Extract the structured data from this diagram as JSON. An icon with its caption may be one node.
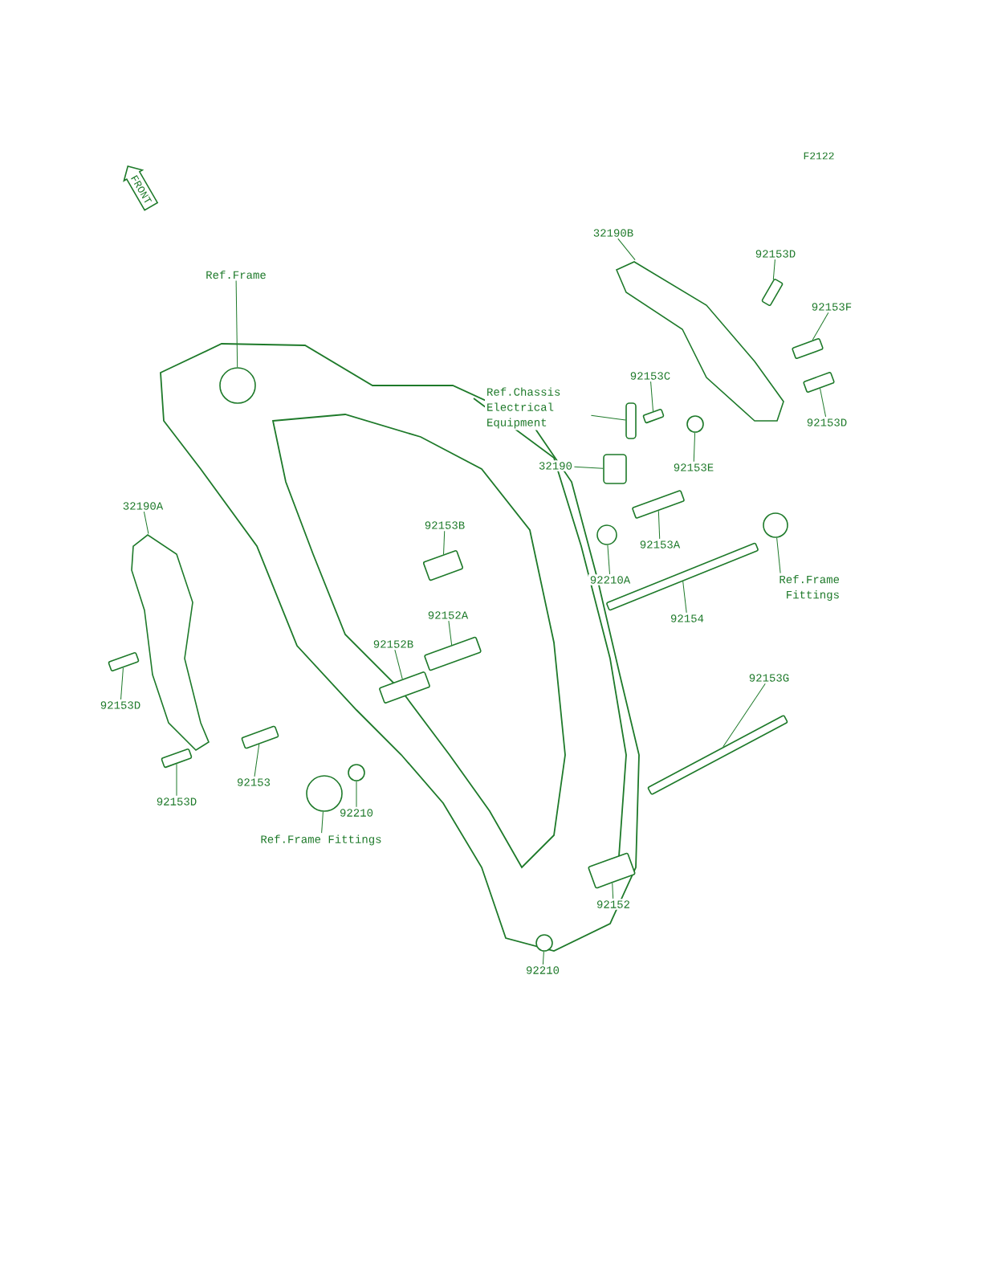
{
  "diagram": {
    "nodes": [
      {
        "text": [
          "Ref.Frame"
        ]
      },
      {
        "text": [],
        "shape": "circle"
      },
      {
        "text": [
          "32190B"
        ]
      },
      {
        "text": [],
        "shape": "picture"
      },
      {
        "text": [
          "92153D"
        ]
      },
      {
        "text": [],
        "shape": "bar"
      },
      {
        "text": [
          "92153F"
        ]
      },
      {
        "text": [],
        "shape": "bar"
      },
      {
        "text": [
          "Ref.Chassis Electrical Equipment"
        ]
      },
      {
        "text": [],
        "shape": "box"
      },
      {
        "text": [
          "92153C"
        ]
      },
      {
        "text": [],
        "shape": "bar"
      },
      {
        "text": [
          "92153D"
        ]
      },
      {
        "text": [],
        "shape": "bar"
      },
      {
        "text": [
          "32190"
        ]
      },
      {
        "text": [],
        "shape": "box"
      },
      {
        "text": [
          "92153E"
        ]
      },
      {
        "text": [],
        "shape": "circle"
      },
      {
        "text": [
          "92153A"
        ]
      },
      {
        "text": [],
        "shape": "bar"
      },
      {
        "text": [
          "92210A"
        ]
      },
      {
        "text": [],
        "shape": "circle"
      },
      {
        "text": [
          "92154"
        ]
      },
      {
        "text": [],
        "shape": "bar"
      },
      {
        "text": [
          "Ref.Frame Fittings"
        ]
      },
      {
        "text": [],
        "shape": "circle"
      },
      {
        "text": [
          "32190A"
        ]
      },
      {
        "text": [],
        "shape": "picture"
      },
      {
        "text": [
          "92153D"
        ]
      },
      {
        "text": [],
        "shape": "bar"
      },
      {
        "text": [
          "92153D"
        ]
      },
      {
        "text": [],
        "shape": "bar"
      },
      {
        "text": [
          "92153"
        ]
      },
      {
        "text": [],
        "shape": "bar"
      },
      {
        "text": [
          "92153B"
        ]
      },
      {
        "text": [],
        "shape": "bar"
      },
      {
        "text": [
          "92152A"
        ]
      },
      {
        "text": [],
        "shape": "bar"
      },
      {
        "text": [
          "92152B"
        ]
      },
      {
        "text": [],
        "shape": "bar"
      },
      {
        "text": [
          "92210"
        ]
      },
      {
        "text": [],
        "shape": "circle"
      },
      {
        "text": [
          "Ref.Frame Fittings"
        ]
      },
      {
        "text": [],
        "shape": "circle"
      },
      {
        "text": [
          "92153G"
        ]
      },
      {
        "text": [],
        "shape": "bar"
      },
      {
        "text": [
          "92152"
        ]
      },
      {
        "text": [],
        "shape": "bar"
      },
      {
        "text": [
          "92210"
        ]
      },
      {
        "text": [],
        "shape": "circle"
      }
    ],
    "edges": [
      {
        "from": 0,
        "to": 1,
        "arrow": "none"
      },
      {
        "from": 2,
        "to": 3,
        "arrow": "none"
      },
      {
        "from": 4,
        "to": 5,
        "arrow": "none"
      },
      {
        "from": 6,
        "to": 7,
        "arrow": "none"
      },
      {
        "from": 8,
        "to": 9,
        "arrow": "none"
      },
      {
        "from": 10,
        "to": 11,
        "arrow": "none"
      },
      {
        "from": 12,
        "to": 13,
        "arrow": "none"
      },
      {
        "from": 14,
        "to": 15,
        "arrow": "none"
      },
      {
        "from": 16,
        "to": 17,
        "arrow": "none"
      },
      {
        "from": 18,
        "to": 19,
        "arrow": "none"
      },
      {
        "from": 20,
        "to": 21,
        "arrow": "none"
      },
      {
        "from": 22,
        "to": 23,
        "arrow": "none"
      },
      {
        "from": 24,
        "to": 25,
        "arrow": "none"
      },
      {
        "from": 26,
        "to": 27,
        "arrow": "none"
      },
      {
        "from": 28,
        "to": 29,
        "arrow": "none"
      },
      {
        "from": 30,
        "to": 31,
        "arrow": "none"
      },
      {
        "from": 32,
        "to": 33,
        "arrow": "none"
      },
      {
        "from": 34,
        "to": 35,
        "arrow": "none"
      },
      {
        "from": 36,
        "to": 37,
        "arrow": "none"
      },
      {
        "from": 38,
        "to": 39,
        "arrow": "none"
      },
      {
        "from": 40,
        "to": 41,
        "arrow": "none"
      },
      {
        "from": 42,
        "to": 43,
        "arrow": "none"
      },
      {
        "from": 44,
        "to": 45,
        "arrow": "none"
      },
      {
        "from": 46,
        "to": 47,
        "arrow": "none"
      },
      {
        "from": 48,
        "to": 49,
        "arrow": "none"
      }
    ],
    "labels": [
      "F2122",
      "FRONT"
    ]
  }
}
